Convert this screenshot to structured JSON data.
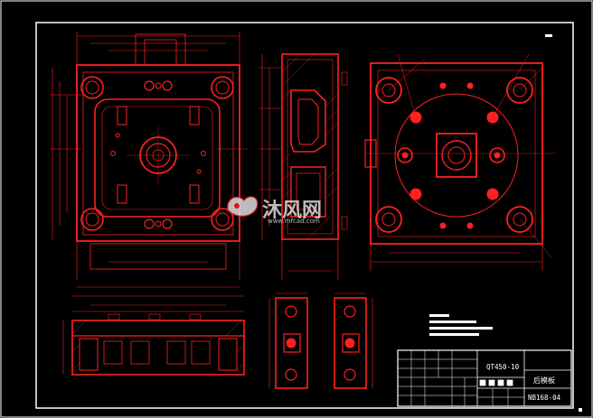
{
  "title_block": {
    "material": "QT450-10",
    "part_name": "后模板",
    "drawing_no": "NB168-04"
  },
  "watermark": {
    "brand_cn": "沐风网",
    "url": "www.mfcad.com"
  },
  "colors": {
    "background": "#000000",
    "frame": "#ffffff",
    "geometry": "#ff2020",
    "text": "#ffffff",
    "watermark": "#cccccc"
  }
}
